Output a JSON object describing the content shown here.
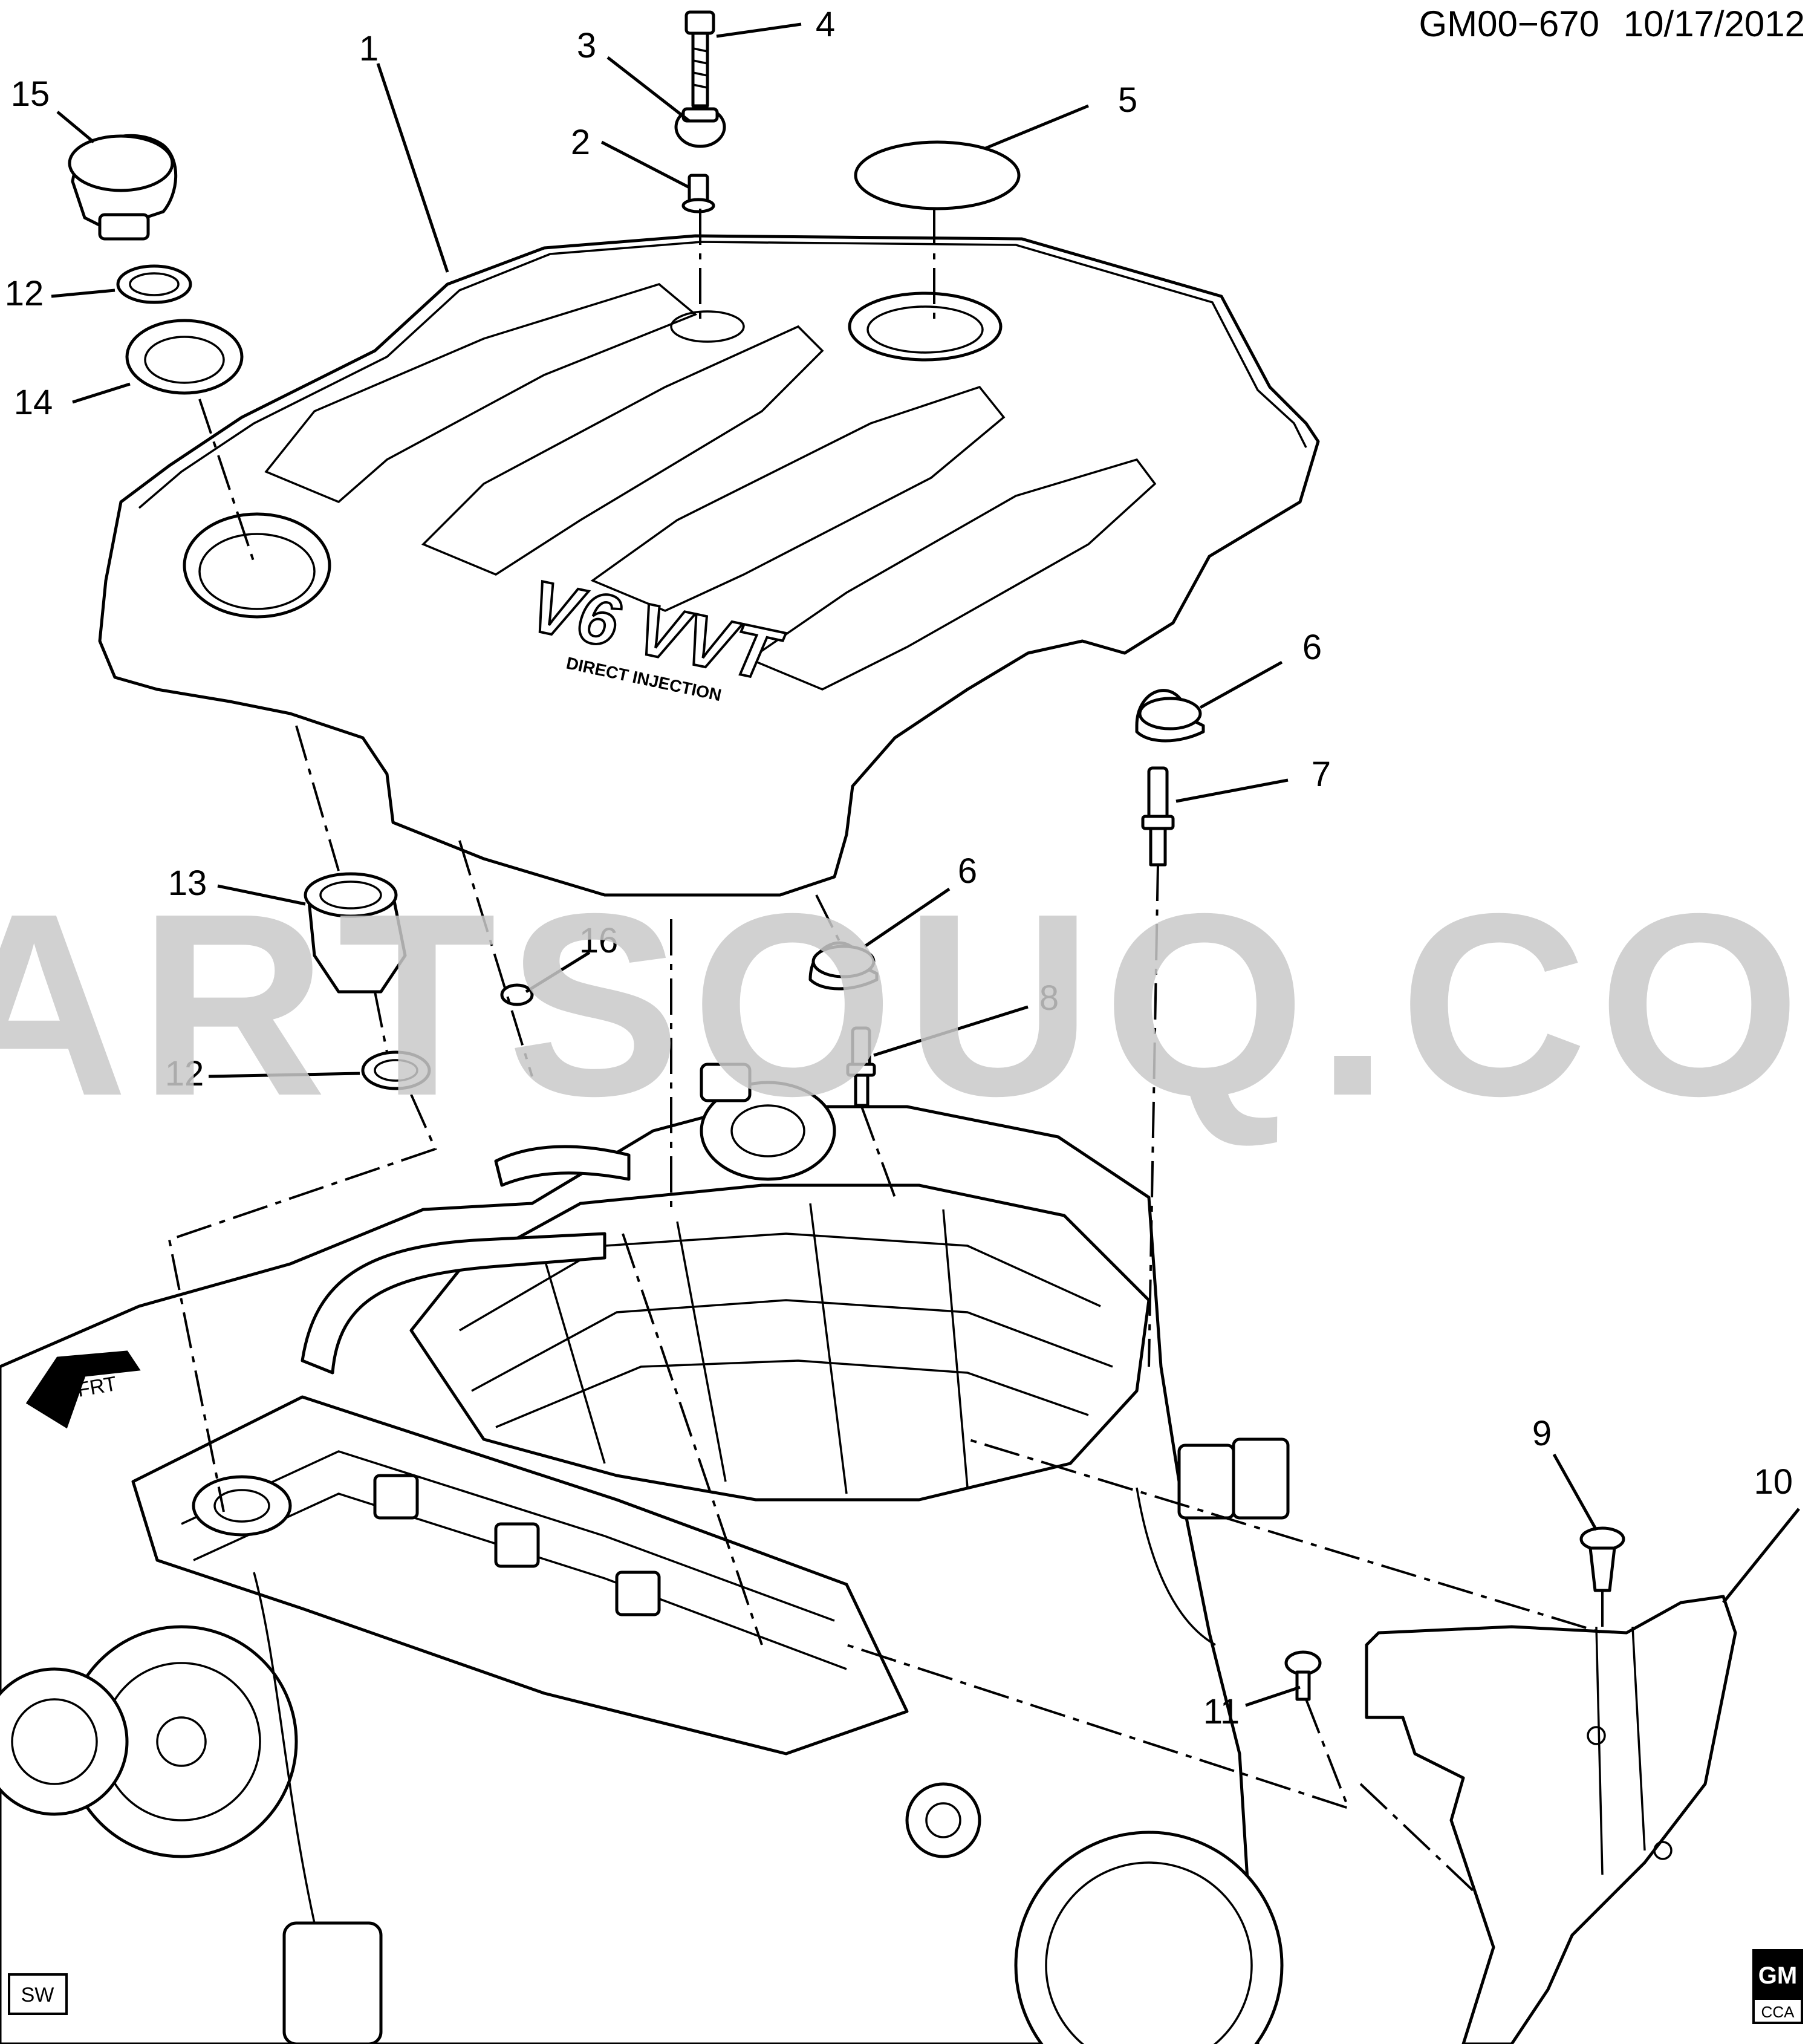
{
  "header": {
    "diagram_id": "GM00−670",
    "date": "10/17/2012"
  },
  "watermark": "PARTSOUQ.COM",
  "emblem": {
    "main": "V6 VVT",
    "sub": "DIRECT INJECTION"
  },
  "callouts": [
    "1",
    "2",
    "3",
    "4",
    "5",
    "6",
    "6",
    "7",
    "8",
    "9",
    "10",
    "11",
    "12",
    "12",
    "13",
    "14",
    "15",
    "16"
  ],
  "front_arrow_label": "FRT",
  "badges": {
    "sw": "SW",
    "gm_logo": "GM",
    "gm_sub": "CCA"
  }
}
